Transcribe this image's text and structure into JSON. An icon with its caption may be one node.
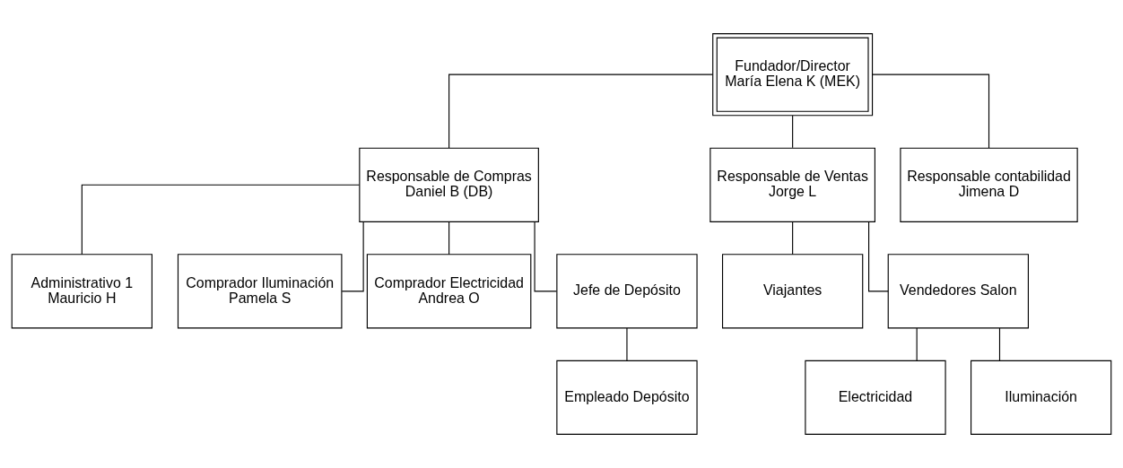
{
  "diagram": {
    "nodes": [
      {
        "text": [
          "Fundador/Director",
          "María Elena K (MEK)"
        ]
      },
      {
        "text": [
          "Responsable de Compras",
          "Daniel B (DB)"
        ]
      },
      {
        "text": [
          "Responsable de Ventas",
          "Jorge L"
        ]
      },
      {
        "text": [
          "Responsable contabilidad",
          "Jimena D"
        ]
      },
      {
        "text": [
          "Administrativo 1",
          "Mauricio H"
        ]
      },
      {
        "text": [
          "Comprador Iluminación",
          "Pamela S"
        ]
      },
      {
        "text": [
          "Comprador Electricidad",
          "Andrea O"
        ]
      },
      {
        "text": [
          "Jefe de Depósito"
        ]
      },
      {
        "text": [
          "Viajantes"
        ]
      },
      {
        "text": [
          "Vendedores Salon"
        ]
      },
      {
        "text": [
          "Empleado Depósito"
        ]
      },
      {
        "text": [
          "Electricidad"
        ]
      },
      {
        "text": [
          "Iluminación"
        ]
      }
    ],
    "edges": [
      {
        "from": 0,
        "to": 1,
        "arrow": "none"
      },
      {
        "from": 0,
        "to": 2,
        "arrow": "none"
      },
      {
        "from": 0,
        "to": 3,
        "arrow": "none"
      },
      {
        "from": 1,
        "to": 4,
        "arrow": "none"
      },
      {
        "from": 1,
        "to": 5,
        "arrow": "none"
      },
      {
        "from": 1,
        "to": 6,
        "arrow": "none"
      },
      {
        "from": 1,
        "to": 7,
        "arrow": "none"
      },
      {
        "from": 2,
        "to": 8,
        "arrow": "none"
      },
      {
        "from": 2,
        "to": 9,
        "arrow": "none"
      },
      {
        "from": 7,
        "to": 10,
        "arrow": "none"
      },
      {
        "from": 9,
        "to": 11,
        "arrow": "none"
      },
      {
        "from": 9,
        "to": 12,
        "arrow": "none"
      }
    ]
  }
}
